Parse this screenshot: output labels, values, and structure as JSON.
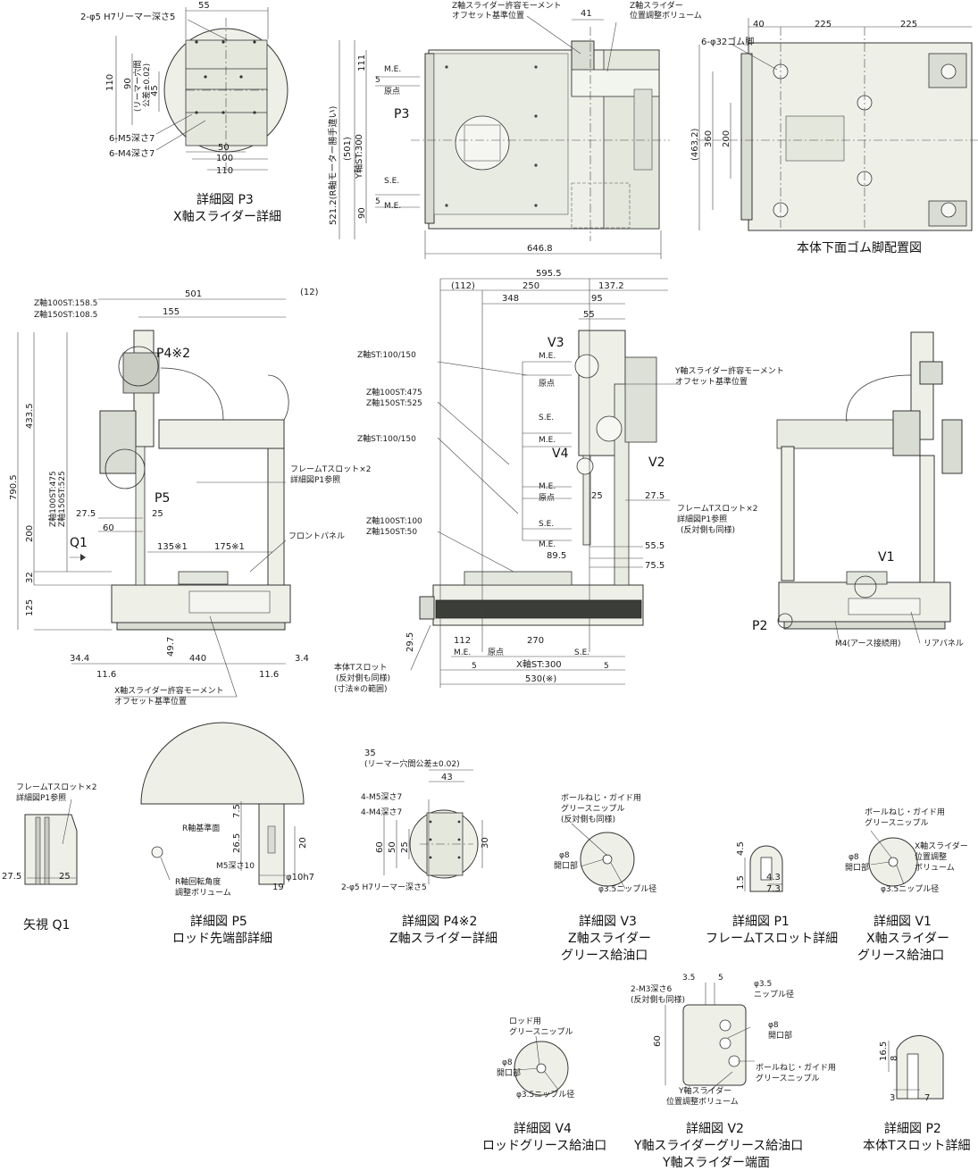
{
  "captions": {
    "p3_title": "詳細図 P3",
    "p3_sub": "X軸スライダー詳細",
    "bottom_view": "本体下面ゴム脚配置図",
    "q1_title": "矢視 Q1",
    "p5_title": "詳細図 P5",
    "p5_sub": "ロッド先端部詳細",
    "p4_title": "詳細図 P4※2",
    "p4_sub": "Z軸スライダー詳細",
    "v3_title": "詳細図 V3",
    "v3_sub1": "Z軸スライダー",
    "v3_sub2": "グリース給油口",
    "p1_title": "詳細図 P1",
    "p1_sub": "フレームTスロット詳細",
    "v1_title": "詳細図 V1",
    "v1_sub1": "X軸スライダー",
    "v1_sub2": "グリース給油口",
    "v4_title": "詳細図 V4",
    "v4_sub": "ロッドグリース給油口",
    "v2_title": "詳細図 V2",
    "v2_sub1": "Y軸スライダーグリース給油口",
    "v2_sub2": "Y軸スライダー端面",
    "p2_title": "詳細図 P2",
    "p2_sub": "本体Tスロット詳細"
  },
  "p3_detail": {
    "d55": "55",
    "pin": "2-φ5 H7リーマー深さ5",
    "d110": "110",
    "d90": "90",
    "tol": "(リーマー穴間",
    "tol2": "公差±0.02)",
    "d45": "45",
    "m5": "6-M5深さ7",
    "m4": "6-M4深さ7",
    "d50": "50",
    "d100": "100",
    "d110b": "110"
  },
  "top_view": {
    "z_offset": "Z軸スライダー許容モーメント",
    "z_offset2": "オフセット基準位置",
    "d41": "41",
    "vol": "Z軸スライダー",
    "vol2": "位置調整ボリューム",
    "me": "M.E.",
    "origin": "原点",
    "se": "S.E.",
    "p3": "P3",
    "d111": "111",
    "d5a": "5",
    "d5b": "5",
    "d90": "90",
    "d501": "(501)",
    "yst": "Y軸ST:300",
    "d5212": "521.2(R軸モーター勝手違い)",
    "d6468": "646.8"
  },
  "bottom": {
    "d40": "40",
    "d225a": "225",
    "d225b": "225",
    "feet": "6-φ32ゴム脚",
    "d4632": "(463.2)",
    "d360": "360",
    "d200": "200"
  },
  "front": {
    "z100": "Z軸100ST:158.5",
    "z150": "Z軸150ST:108.5",
    "d501": "501",
    "d12": "(12)",
    "d155": "155",
    "p4": "P4※2",
    "d4335": "433.5",
    "d7905": "790.5",
    "z100st": "Z軸100ST:475",
    "z150st": "Z軸150ST:525",
    "tslot": "フレームTスロット×2",
    "tslot2": "詳細図P1参照",
    "p5": "P5",
    "d275": "27.5",
    "d25": "25",
    "d60": "60",
    "d200": "200",
    "q1": "Q1",
    "d135": "135※1",
    "d175": "175※1",
    "panel": "フロントパネル",
    "d32": "32",
    "d125": "125",
    "d497": "49.7",
    "d344": "34.4",
    "d440": "440",
    "d34": "3.4",
    "d116a": "11.6",
    "d116b": "11.6",
    "x_offset": "X軸スライダー許容モーメント",
    "x_offset2": "オフセット基準位置"
  },
  "side": {
    "d5955": "595.5",
    "d112": "(112)",
    "d250": "250",
    "d1372": "137.2",
    "d348": "348",
    "d95": "95",
    "d55": "55",
    "zst": "Z軸ST:100/150",
    "v3": "V3",
    "me": "M.E.",
    "origin": "原点",
    "y_offset": "Y軸スライダー許容モーメント",
    "y_offset2": "オフセット基準位置",
    "z475": "Z軸100ST:475",
    "z525": "Z軸150ST:525",
    "se": "S.E.",
    "v4": "V4",
    "v2": "V2",
    "zst2": "Z軸ST:100/150",
    "d25": "25",
    "d275": "27.5",
    "tslot": "フレームTスロット×2",
    "tslot2": "詳細図P1参照",
    "tslot3": "(反対側も同様)",
    "z100": "Z軸100ST:100",
    "z150": "Z軸150ST:50",
    "d555": "55.5",
    "d895": "89.5",
    "d755": "75.5",
    "d295": "29.5",
    "d112b": "112",
    "d270": "270",
    "origin2": "原点",
    "xst": "X軸ST:300",
    "d530": "530(※)",
    "d5": "5",
    "btslot": "本体Tスロット",
    "btslot2": "(反対側も同様)",
    "btslot3": "(寸法※の範囲)"
  },
  "rear": {
    "v1": "V1",
    "p2": "P2",
    "m4": "M4(アース接続用)",
    "panel": "リアパネル"
  },
  "details": {
    "q1_tslot": "フレームTスロット×2",
    "q1_tslot2": "詳細図P1参照",
    "q1_275": "27.5",
    "q1_25": "25",
    "p5_ref": "R軸基準面",
    "p5_m5": "M5深さ10",
    "p5_vol": "R軸回転角度",
    "p5_vol2": "調整ボリューム",
    "p5_75": "7.5",
    "p5_265": "26.5",
    "p5_20": "20",
    "p5_10": "φ10h7",
    "p5_19": "19",
    "p4_35": "35",
    "p4_tol": "(リーマー穴間公差±0.02)",
    "p4_43": "43",
    "p4_m5": "4-M5深さ7",
    "p4_m4": "4-M4深さ7",
    "p4_60": "60",
    "p4_50": "50",
    "p4_25": "25",
    "p4_30": "30",
    "p4_pin": "2-φ5 H7リーマー深さ5",
    "v3_n1": "ボールねじ・ガイド用",
    "v3_n2": "グリースニップル",
    "v3_n3": "(反対側も同様)",
    "v3_8": "φ8",
    "v3_8b": "開口部",
    "v3_35": "φ3.5ニップル径",
    "p1_45": "4.5",
    "p1_15": "1.5",
    "p1_43": "4.3",
    "p1_73": "7.3",
    "v1_n1": "ボールねじ・ガイド用",
    "v1_n2": "グリースニップル",
    "v1_8": "φ8",
    "v1_8b": "開口部",
    "v1_vol": "X軸スライダー",
    "v1_vol2": "位置調整",
    "v1_vol3": "ボリューム",
    "v1_35": "φ3.5ニップル径",
    "v4_n1": "ロッド用",
    "v4_n2": "グリースニップル",
    "v4_8": "φ8",
    "v4_8b": "開口部",
    "v4_35": "φ3.5ニップル径",
    "v2_35": "3.5",
    "v2_5": "5",
    "v2_m3": "2-M3深さ6",
    "v2_m3b": "(反対側も同様)",
    "v2_60": "60",
    "v2_n35": "φ3.5",
    "v2_n35b": "ニップル径",
    "v2_8": "φ8",
    "v2_8b": "開口部",
    "v2_bg": "ボールねじ・ガイド用",
    "v2_bg2": "グリースニップル",
    "v2_vol": "Y軸スライダー",
    "v2_vol2": "位置調整ボリューム",
    "p2_165": "16.5",
    "p2_8": "8",
    "p2_3": "3",
    "p2_7": "7"
  }
}
